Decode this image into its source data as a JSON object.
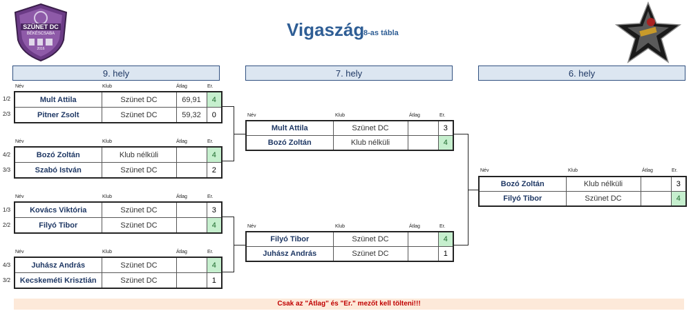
{
  "title": "Vigaszág",
  "subtitle": "8-as tábla",
  "logo_left": {
    "line1": "SZÜNET DC",
    "line2": "BÉKÉSCSABA",
    "line3": "2016"
  },
  "headers": {
    "name": "Név",
    "club": "Klub",
    "avg": "Átlag",
    "res": "Er."
  },
  "rounds": [
    {
      "label": "9. hely"
    },
    {
      "label": "7. hely"
    },
    {
      "label": "6. hely"
    }
  ],
  "matches": {
    "r1m1": {
      "p1": {
        "seed": "1/2",
        "name": "Mult Attila",
        "club": "Szünet DC",
        "avg": "69,91",
        "res": "4",
        "win": true
      },
      "p2": {
        "seed": "2/3",
        "name": "Pitner Zsolt",
        "club": "Szünet DC",
        "avg": "59,32",
        "res": "0",
        "win": false
      }
    },
    "r1m2": {
      "p1": {
        "seed": "4/2",
        "name": "Bozó Zoltán",
        "club": "Klub nélküli",
        "avg": "",
        "res": "4",
        "win": true
      },
      "p2": {
        "seed": "3/3",
        "name": "Szabó István",
        "club": "Szünet DC",
        "avg": "",
        "res": "2",
        "win": false
      }
    },
    "r1m3": {
      "p1": {
        "seed": "1/3",
        "name": "Kovács Viktória",
        "club": "Szünet DC",
        "avg": "",
        "res": "3",
        "win": false
      },
      "p2": {
        "seed": "2/2",
        "name": "Filyó Tibor",
        "club": "Szünet DC",
        "avg": "",
        "res": "4",
        "win": true
      }
    },
    "r1m4": {
      "p1": {
        "seed": "4/3",
        "name": "Juhász András",
        "club": "Szünet DC",
        "avg": "",
        "res": "4",
        "win": true
      },
      "p2": {
        "seed": "3/2",
        "name": "Kecskeméti Krisztián",
        "club": "Szünet DC",
        "avg": "",
        "res": "1",
        "win": false
      }
    },
    "r2m1": {
      "p1": {
        "name": "Mult Attila",
        "club": "Szünet DC",
        "avg": "",
        "res": "3",
        "win": false
      },
      "p2": {
        "name": "Bozó Zoltán",
        "club": "Klub nélküli",
        "avg": "",
        "res": "4",
        "win": true
      }
    },
    "r2m2": {
      "p1": {
        "name": "Filyó Tibor",
        "club": "Szünet DC",
        "avg": "",
        "res": "4",
        "win": true
      },
      "p2": {
        "name": "Juhász András",
        "club": "Szünet DC",
        "avg": "",
        "res": "1",
        "win": false
      }
    },
    "r3m1": {
      "p1": {
        "name": "Bozó Zoltán",
        "club": "Klub nélküli",
        "avg": "",
        "res": "3",
        "win": false
      },
      "p2": {
        "name": "Filyó Tibor",
        "club": "Szünet DC",
        "avg": "",
        "res": "4",
        "win": true
      }
    }
  },
  "note": "Csak az \"Átlag\" és \"Er.\" mezőt kell tölteni!!!"
}
